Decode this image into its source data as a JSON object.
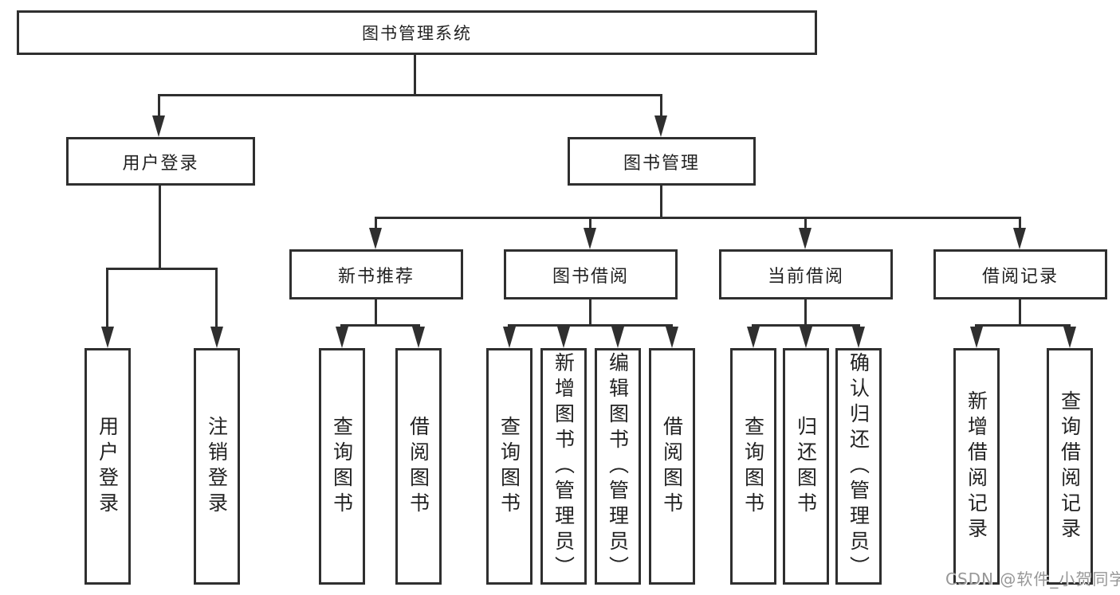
{
  "colors": {
    "line": "#2f2f2f",
    "text": "#222222",
    "box_fill": "#ffffff",
    "background": "#ffffff",
    "watermark": "#979797"
  },
  "tree": {
    "root": "图书管理系统",
    "level2": [
      "用户登录",
      "图书管理"
    ],
    "level3": [
      "新书推荐",
      "图书借阅",
      "当前借阅",
      "借阅记录"
    ],
    "leaves": [
      "用户登录",
      "注销登录",
      "查询图书",
      "借阅图书",
      "查询图书",
      "新增图书（管理员）",
      "编辑图书（管理员）",
      "借阅图书",
      "查询图书",
      "归还图书",
      "确认归还（管理员）",
      "新增借阅记录",
      "查询借阅记录"
    ]
  },
  "watermark": "CSDN @软件_小贺同学"
}
